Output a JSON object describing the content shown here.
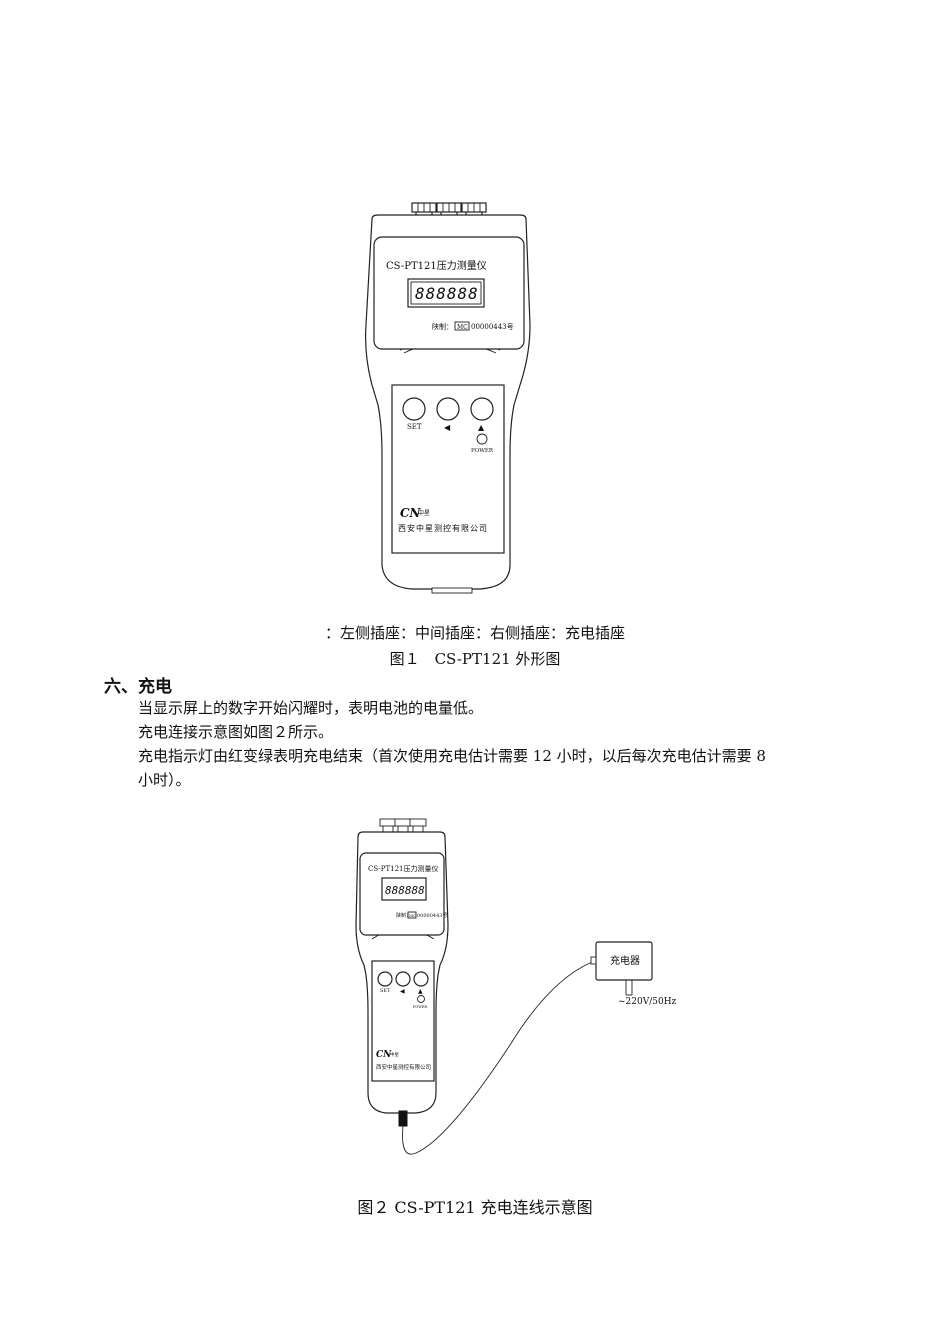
{
  "figure1": {
    "device_title": "CS-PT121压力测量仪",
    "display_digits": "888888",
    "cert_text": "陕制：",
    "cert_mark": "MC",
    "cert_number": "00000443号",
    "btn_set": "SET",
    "btn_left": "◀",
    "btn_up": "▲",
    "power_label": "POWER",
    "brand_mark": "CN",
    "brand_small": "中星",
    "company": "西安中星测控有限公司",
    "legend": "：左侧插座：中间插座：右侧插座：充电插座",
    "caption": "图１　CS-PT121 外形图"
  },
  "section": {
    "heading": "六、充电",
    "paragraphs": [
      "当显示屏上的数字开始闪耀时，表明电池的电量低。",
      "充电连接示意图如图２所示。",
      "充电指示灯由红变绿表明充电结束（首次使用充电估计需要 12 小时，以后每次充电估计需要 8",
      "小时）。"
    ]
  },
  "figure2": {
    "device_title": "CS-PT121压力测量仪",
    "display_digits": "888888",
    "cert_text": "陕制：",
    "cert_mark": "MC",
    "cert_number": "00000443号",
    "btn_set": "SET",
    "btn_left": "◀",
    "btn_up": "▲",
    "power_label": "POWER",
    "brand_mark": "CN",
    "brand_small": "中星",
    "company": "西安中星测控有限公司",
    "charger_label": "充电器",
    "voltage_label": "~220V/50Hz",
    "caption": "图２  CS-PT121 充电连线示意图"
  }
}
